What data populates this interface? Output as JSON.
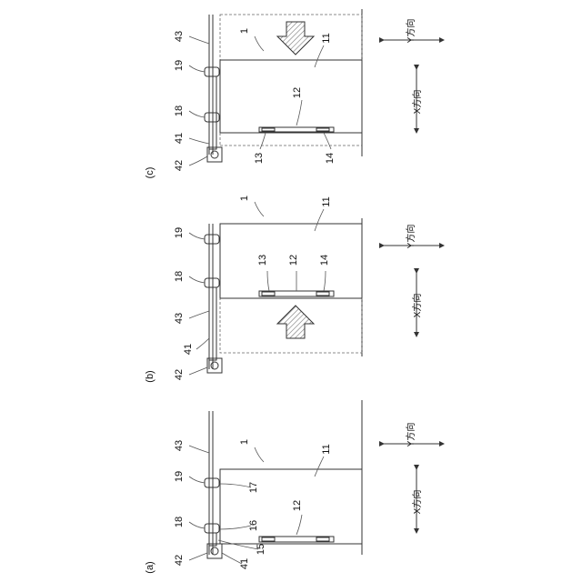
{
  "figure": {
    "panels": [
      {
        "id": "a",
        "caption": "(a)"
      },
      {
        "id": "b",
        "caption": "(b)"
      },
      {
        "id": "c",
        "caption": "(c)"
      }
    ],
    "axes": {
      "x_label": "X方向",
      "y_label": "Y方向"
    },
    "refs": {
      "n1": "1",
      "n11": "11",
      "n12": "12",
      "n13": "13",
      "n14": "14",
      "n15": "15",
      "n16": "16",
      "n17": "17",
      "n18": "18",
      "n19": "19",
      "n41": "41",
      "n42": "42",
      "n43": "43"
    }
  }
}
